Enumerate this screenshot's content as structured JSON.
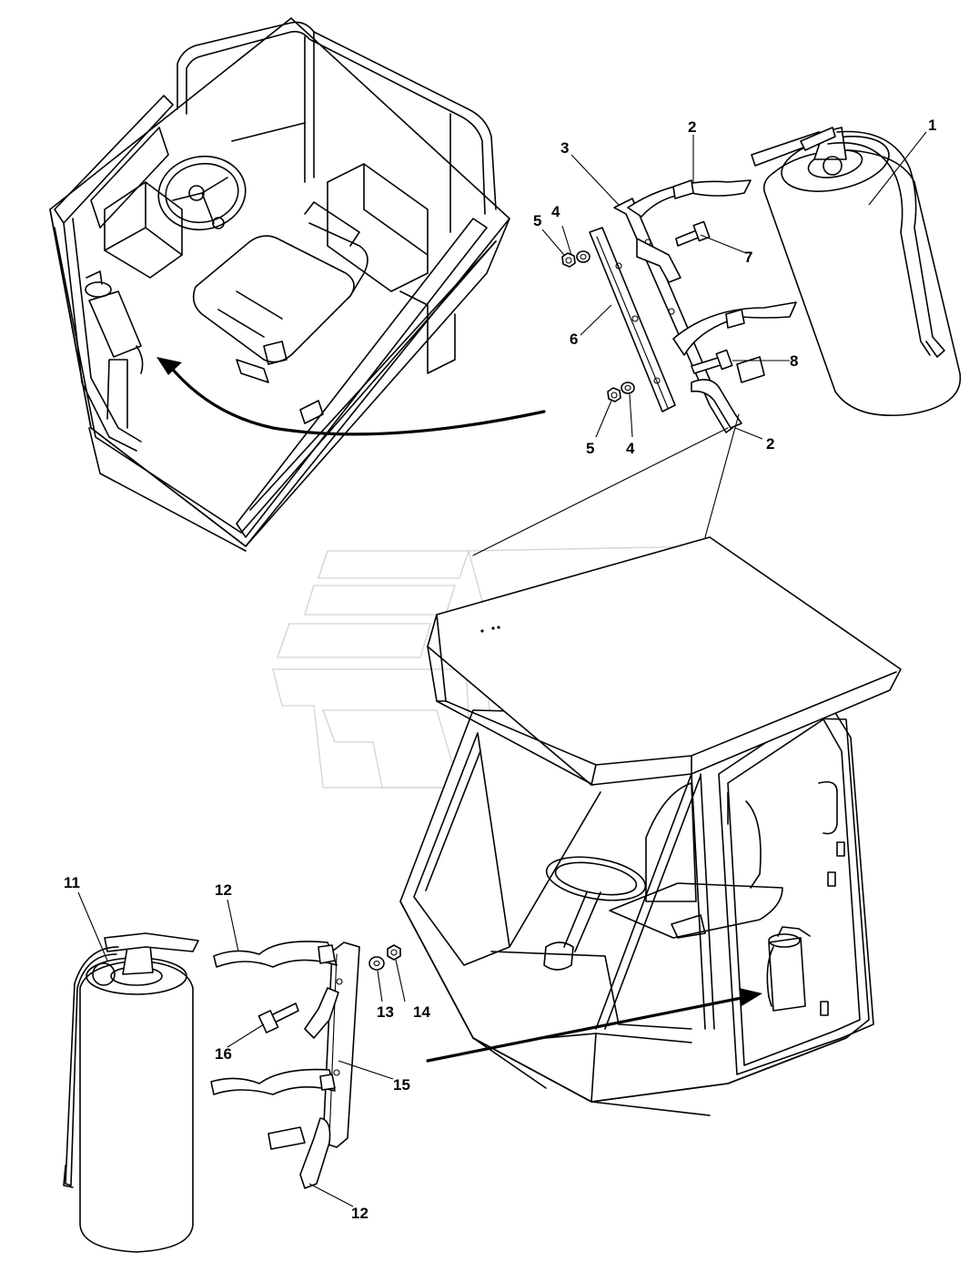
{
  "callouts": {
    "top": [
      "1",
      "2",
      "3",
      "4",
      "5",
      "7",
      "6",
      "8",
      "5",
      "4",
      "2"
    ],
    "bottom": [
      "11",
      "12",
      "13",
      "14",
      "16",
      "15",
      "12"
    ]
  }
}
